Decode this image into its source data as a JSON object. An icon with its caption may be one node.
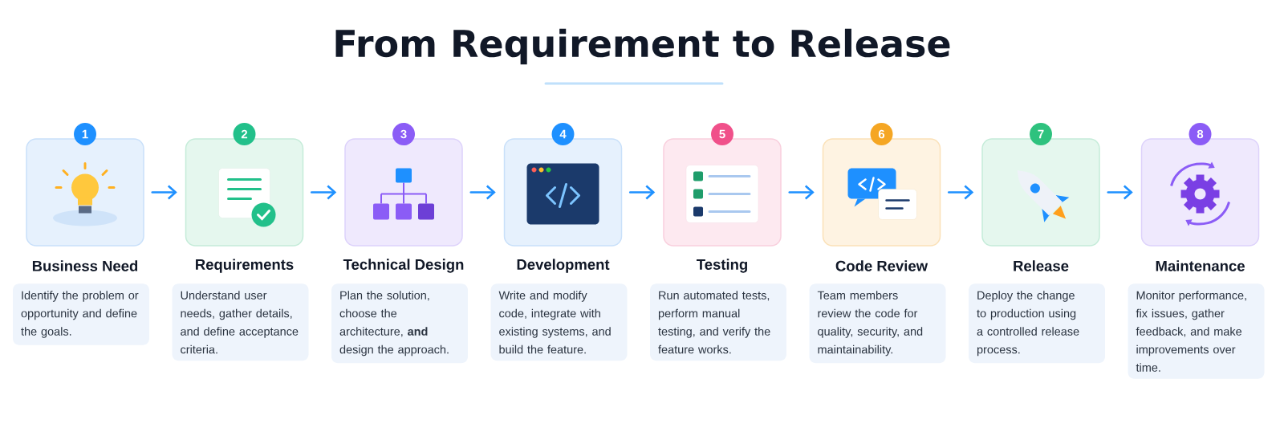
{
  "diagram": {
    "title": "From Requirement to Release",
    "nodes": [
      {
        "text": [
          "1",
          "Business Need"
        ]
      },
      {
        "text": [
          "2",
          "Requirements"
        ]
      },
      {
        "text": [
          "3",
          "Technical Design"
        ]
      },
      {
        "text": [
          "4",
          "Development"
        ]
      },
      {
        "text": [
          "5",
          "Testing"
        ]
      },
      {
        "text": [
          "6",
          "Code Review"
        ]
      },
      {
        "text": [
          "7",
          "Release"
        ]
      },
      {
        "text": [
          "8",
          "Maintenance"
        ]
      },
      {
        "text": [
          "Identify the problem or opportunity and define the goals."
        ]
      },
      {
        "text": [
          "Understand user needs, gather details, and define acceptance criteria."
        ]
      },
      {
        "text": [
          "Plan the solution, choose the architecture, **and** design the approach."
        ]
      },
      {
        "text": [
          "Write and modify code, integrate with existing systems, and build the feature."
        ]
      },
      {
        "text": [
          "Run automated tests, perform manual testing, and verify the feature works."
        ]
      },
      {
        "text": [
          "Team members review the code for quality, security, and maintainability."
        ]
      },
      {
        "text": [
          "Deploy the change to production using a controlled release process."
        ]
      },
      {
        "text": [
          "Monitor performance, fix issues, gather feedback, and make improvements over time."
        ]
      }
    ],
    "edges": [
      {
        "from": 0,
        "to": 1,
        "arrow": "to"
      },
      {
        "from": 1,
        "to": 2,
        "arrow": "to"
      },
      {
        "from": 2,
        "to": 3,
        "arrow": "to"
      },
      {
        "from": 3,
        "to": 4,
        "arrow": "to"
      },
      {
        "from": 4,
        "to": 5,
        "arrow": "to"
      },
      {
        "from": 5,
        "to": 6,
        "arrow": "to"
      },
      {
        "from": 6,
        "to": 7,
        "arrow": "to"
      }
    ]
  }
}
